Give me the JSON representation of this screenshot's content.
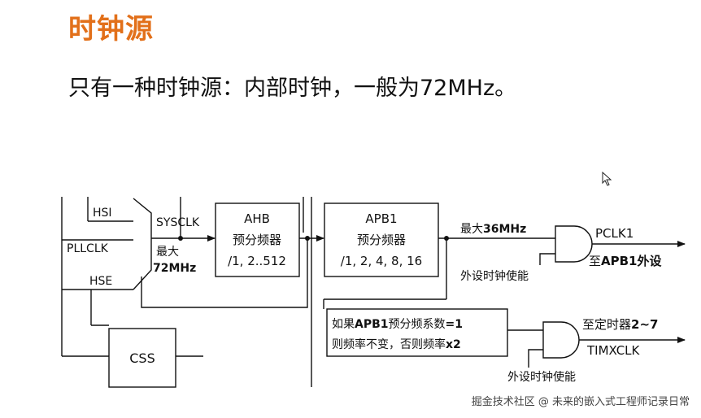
{
  "slide": {
    "title": "时钟源",
    "subtitle": "只有一种时钟源：内部时钟，一般为72MHz。"
  },
  "diagram": {
    "mux_inputs": {
      "hsi": "HSI",
      "pllclk": "PLLCLK",
      "hse": "HSE"
    },
    "sysclk": "SYSCLK",
    "sysclk_max": {
      "line1": "最大",
      "line2": "72MHz"
    },
    "css": "CSS",
    "ahb": {
      "name": "AHB",
      "desc": "预分频器",
      "ratios": "/1, 2..512"
    },
    "apb1": {
      "name": "APB1",
      "desc": "预分频器",
      "ratios": "/1, 2, 4, 8, 16"
    },
    "pclk1_max": {
      "prefix": "最大",
      "value": "36MHz"
    },
    "pclk1": "PCLK1",
    "to_apb1": {
      "prefix": "至",
      "value": "APB1外设"
    },
    "peripheral_enable_1": "外设时钟使能",
    "condition": {
      "line1a": "如果",
      "line1b": "APB1",
      "line1c": "预分频系数",
      "line1d": "=1",
      "line2a": "则频率不变，否则频率",
      "line2b": "x2"
    },
    "to_timer": {
      "prefix": "至定时器",
      "value": "2~7"
    },
    "timxclk": "TIMXCLK",
    "peripheral_enable_2": "外设时钟使能"
  },
  "watermark": "掘金技术社区 @ 未来的嵌入式工程师记录日常"
}
